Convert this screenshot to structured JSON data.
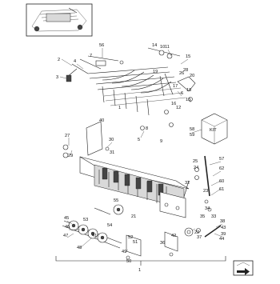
{
  "callouts": [
    "56",
    "1",
    "2",
    "3",
    "4",
    "5",
    "6",
    "7",
    "8",
    "9",
    "10",
    "11",
    "12",
    "13",
    "14",
    "15",
    "16",
    "17",
    "18",
    "19",
    "20",
    "21",
    "22",
    "23",
    "24",
    "25",
    "26",
    "27",
    "28",
    "29",
    "30",
    "31",
    "32",
    "33",
    "34",
    "35",
    "36",
    "37",
    "38",
    "39",
    "40",
    "41",
    "42",
    "43",
    "44",
    "45",
    "46",
    "47",
    "48",
    "49",
    "50",
    "51",
    "52",
    "53",
    "54",
    "55",
    "57",
    "58",
    "59",
    "60",
    "61",
    "62"
  ],
  "assembly_label": "1",
  "kit_label": "KIT",
  "icons": {
    "thumbnail": "machine-overview-thumbnail",
    "nav": "next-page-arrow-icon",
    "kit": "kit-box-icon"
  }
}
